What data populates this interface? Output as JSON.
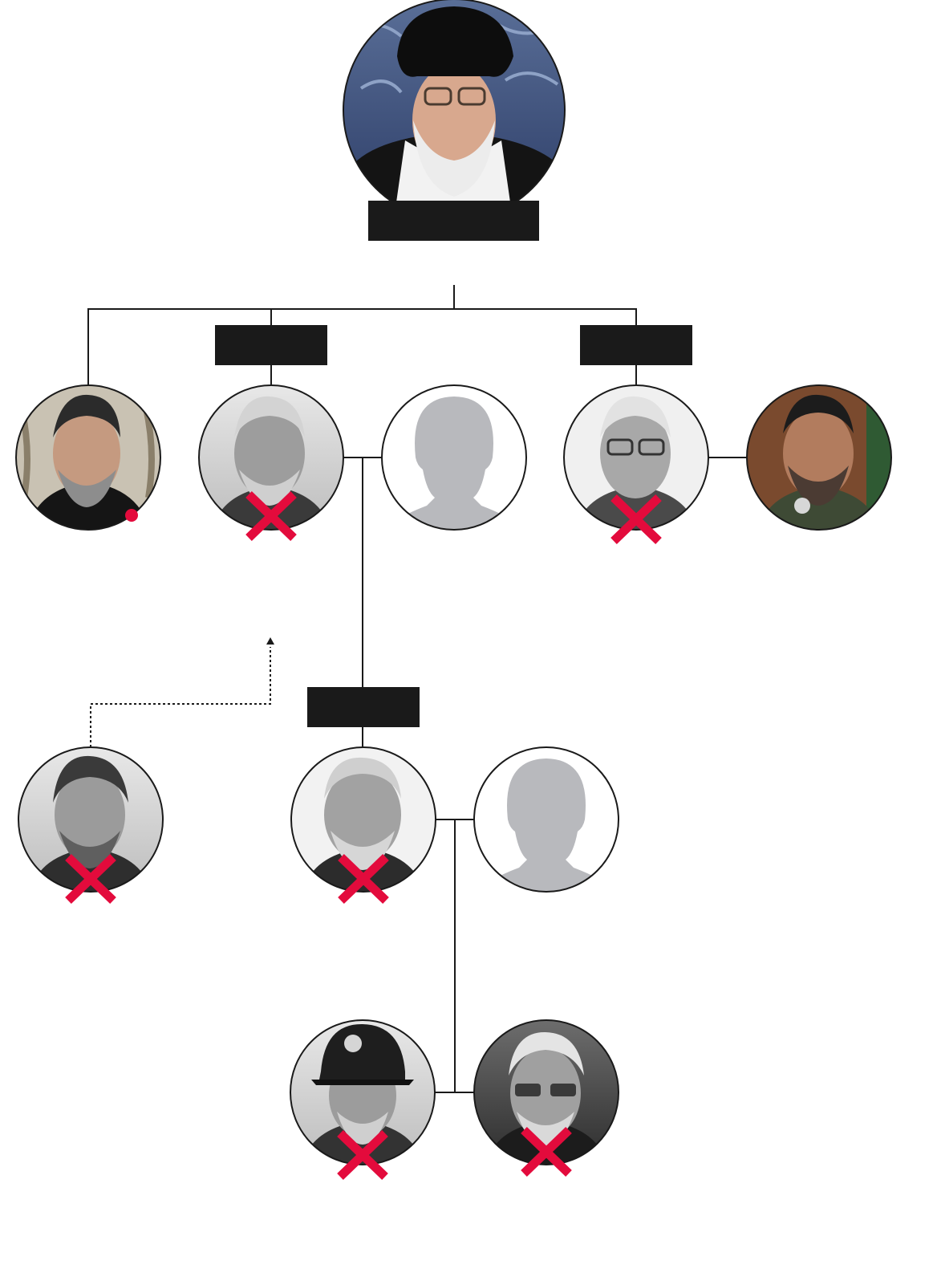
{
  "labels": {
    "top": "",
    "left_branch": "",
    "right_branch": "",
    "lower_branch": ""
  },
  "people": [
    {
      "id": "supreme-leader",
      "photo": "color",
      "status": "active"
    },
    {
      "id": "advisor",
      "photo": "color",
      "status": "injured",
      "marker": "red-dot"
    },
    {
      "id": "commander-left",
      "photo": "bw",
      "status": "killed"
    },
    {
      "id": "unknown-successor-1",
      "photo": "placeholder",
      "status": "unknown"
    },
    {
      "id": "chief-of-staff",
      "photo": "bw",
      "status": "killed"
    },
    {
      "id": "defense-minister",
      "photo": "color",
      "status": "active"
    },
    {
      "id": "scientist",
      "photo": "bw",
      "status": "killed"
    },
    {
      "id": "irgc-commander",
      "photo": "bw",
      "status": "killed"
    },
    {
      "id": "unknown-successor-2",
      "photo": "placeholder",
      "status": "unknown"
    },
    {
      "id": "aerospace-commander",
      "photo": "bw",
      "status": "killed"
    },
    {
      "id": "quds-commander",
      "photo": "bw",
      "status": "killed"
    }
  ],
  "colors": {
    "line": "#1a1a1a",
    "label_bg": "#1a1a1a",
    "cross": "#e30b3c",
    "dot": "#e30b3c",
    "placeholder": "#b8b9bd"
  }
}
